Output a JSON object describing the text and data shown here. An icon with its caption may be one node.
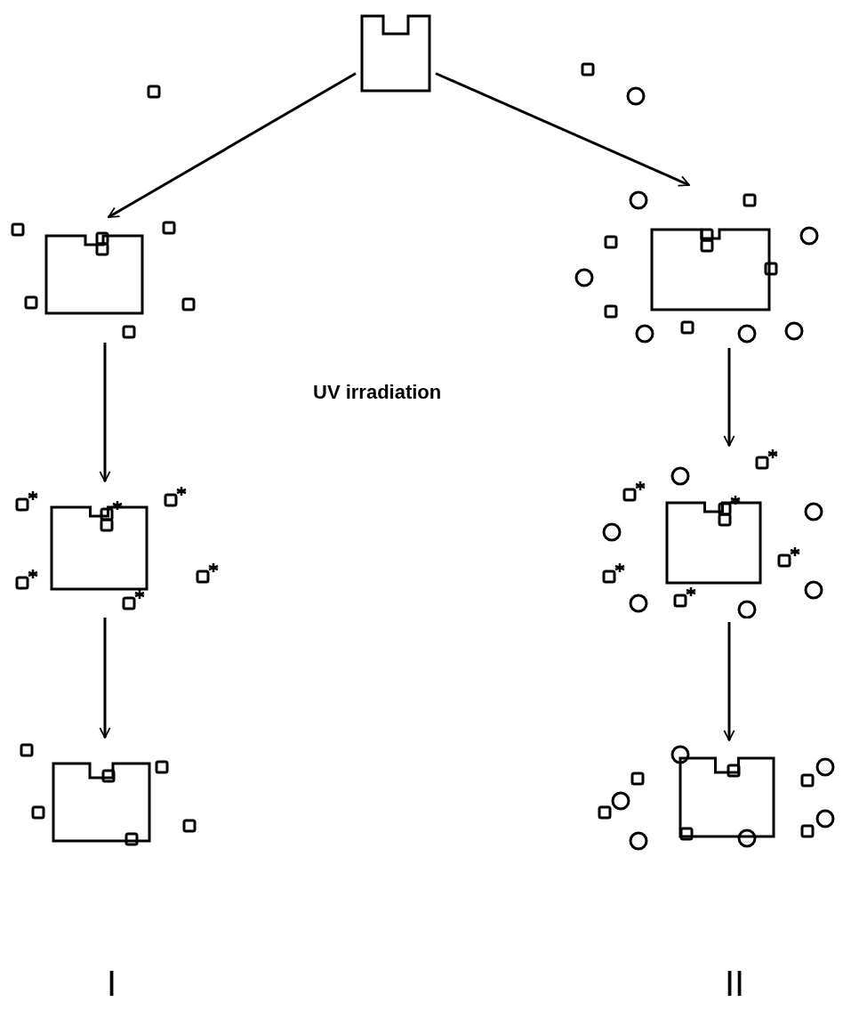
{
  "diagram": {
    "nodes": [
      {
        "text": [],
        "shape": "picture"
      },
      {
        "text": [],
        "shape": "picture"
      },
      {
        "text": [],
        "shape": "picture"
      },
      {
        "text": [],
        "shape": "picture"
      },
      {
        "text": [],
        "shape": "picture"
      },
      {
        "text": [],
        "shape": "picture",
        "beside": [
          "I"
        ]
      },
      {
        "text": [],
        "shape": "picture",
        "beside": [
          "II"
        ]
      }
    ],
    "edges": [
      {
        "from": 0,
        "to": 1,
        "arrow": "to"
      },
      {
        "from": 0,
        "to": 2,
        "arrow": "to"
      },
      {
        "from": 1,
        "to": 3,
        "arrow": "to"
      },
      {
        "from": 2,
        "to": 4,
        "arrow": "to"
      },
      {
        "from": 3,
        "to": 5,
        "arrow": "to"
      },
      {
        "from": 4,
        "to": 6,
        "arrow": "to"
      }
    ],
    "labels": [
      "UV irradiation"
    ]
  }
}
